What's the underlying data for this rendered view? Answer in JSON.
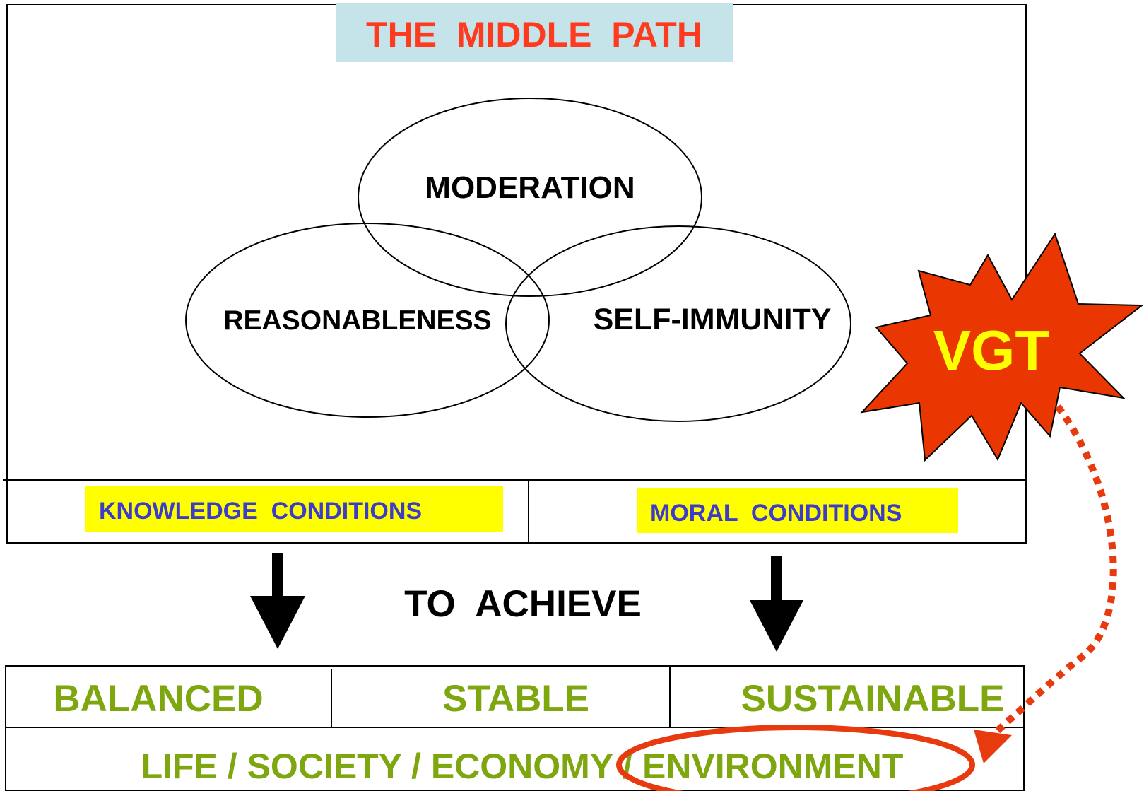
{
  "title": "THE  MIDDLE  PATH",
  "circles": {
    "top": "MODERATION",
    "left": "REASONABLENESS",
    "right": "SELF-IMMUNITY"
  },
  "conditions": {
    "left": "KNOWLEDGE  CONDITIONS",
    "right": "MORAL  CONDITIONS"
  },
  "middle_label": "TO  ACHIEVE",
  "outcomes": [
    "BALANCED",
    "STABLE",
    "SUSTAINABLE"
  ],
  "domains_line": "LIFE / SOCIETY / ECONOMY / ENVIRONMENT",
  "badge": "VGT",
  "colors": {
    "title_red": "#ff3b1f",
    "title_bg": "#c5e4ea",
    "condition_bg": "#ffff00",
    "condition_text": "#3c3ccc",
    "outcome_green": "#7ea60f",
    "burst_fill": "#ea3600",
    "burst_text": "#ffff00",
    "accent_red": "#e83a0f"
  }
}
